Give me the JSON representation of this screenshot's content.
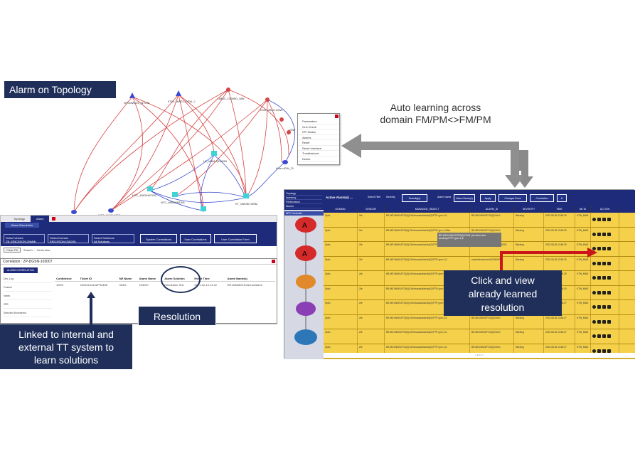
{
  "callouts": {
    "title": "Alarm on Topology",
    "linked": [
      "Linked to internal and",
      "external TT system to",
      "learn solutions"
    ],
    "resolution": "Resolution",
    "click": [
      "Click and view",
      "already learned",
      "resolution"
    ]
  },
  "auto_learn": [
    "Auto learning across",
    "domain FM/PM<>FM/PM"
  ],
  "topology": {
    "nodes": [
      "NTCMW221_NTCM",
      "KTW_MW21_DSW_J",
      "UMAC-COMBO_MW",
      "Khm-uMAC-DSW",
      "DSW",
      "NTC_MW3HNTW1",
      "LE_MWA-QNW3N",
      "KTW_MW3H2_GSPI",
      "NTC_MW3HNTC",
      "NTC_MW3HNTW1",
      "NTC_MW3CNTW6",
      "KT_MW3KTW6M",
      "Khm-uDW_21"
    ],
    "context_menu": [
      "Parameters",
      "SLA Check",
      "KPI Status",
      "Alarms",
      "Reset",
      "Reset Interface",
      "Troubleshoot",
      "Delete"
    ]
  },
  "left_panel": {
    "tabs": [
      "Topology",
      "Alarm"
    ],
    "subbar": "Alarm Resolution",
    "filters": [
      {
        "label": "Select Vendor",
        "value": "TB_ERICSSON (DIMM)"
      },
      {
        "label": "Select Domain",
        "value": "ERICSSON (SADIS)"
      },
      {
        "label": "Select Solutions",
        "value": "All Solutions"
      }
    ],
    "buttons": [
      "System Correlations",
      "User Correlations",
      "User Correlation Form"
    ],
    "search_button": "Clear Fill",
    "search_placeholder": "Search ..., Items.stax",
    "corr_title": "Correlation : ZP-DGSN-103007",
    "corr_subtab": "ALARM CORRELATION",
    "corr_side": [
      "Dev_Log",
      "Custom",
      "Notes",
      "ZFB",
      "Selected Workbench"
    ],
    "corr_headers": [
      "Confidence",
      "Ticket ID",
      "NE Name",
      "Alarm Name",
      "Alarm Solution",
      "Event Time",
      "Alarm Name(s)"
    ],
    "corr_row": [
      "100%",
      "2021021214ZP02468",
      "003I4",
      "103007",
      "Resolution Text",
      "2021-12-14 21:22",
      "ER-DIMM03-External Alarm"
    ]
  },
  "right_panel": {
    "side_menu": [
      "Topology",
      "Inventory",
      "Performance",
      "Alarms"
    ],
    "side_bar": "NFV Controller",
    "toolbar_title": "Active Alarm(s) ...",
    "toolbar_filters": [
      "Select Filter",
      "Severity",
      "Severity(s)",
      "Alarm Name",
      "Alarm Name(s)"
    ],
    "toolbar_buttons": [
      "Apply",
      "Changes Done",
      "Correlation"
    ],
    "headers": [
      "DOMAIN",
      "VENDOR",
      "MANAGED_OBJECT",
      "ALARM_ID",
      "SEVERITY",
      "TIME",
      "NE ID",
      "ACTION"
    ],
    "rows": [
      [
        "Optic",
        "Zte",
        "BR-ME1/NM/1/FOG(0)/Ctrl/chassis/slot/slot(2)/PTP=(pe=1,&",
        "BR-ME1/NM/1/FOG(0)/Ctrl/1",
        "Warning",
        "2022-08-26 13:56:29",
        "KTW_MW3"
      ],
      [
        "Optic",
        "Zte",
        "BR-ME1/NM/1/FOG(0)/Ctrl/chassis/slot/slot(2)/PTP=(pe=1,&Ala",
        "BR-ME1/NM/1/FOG(0)/Ctrl/1",
        "Warning",
        "2022-08-26 13:56:29",
        "KTW_MW3"
      ],
      [
        "Optic",
        "Zte",
        "BR-ME1/NM/1/FOG(0)/Ctrl/chassis/slot/slot(2)/PTP=(pe=1,&",
        "rnam/nikrzemcord:0000000000003",
        "Warning",
        "2022-08-26 13:56:29",
        "KTW_MW3"
      ],
      [
        "Optic",
        "Zte",
        "BR-ME1/NM/1/FOG(0)/Ctrl/chassis/slot/slot(2)/PTP=(pe=1,&",
        "rnam/nikrzemcord:0000000003",
        "Warning",
        "2022-08-26 13:56:29",
        "KTW_MW3"
      ],
      [
        "Optic",
        "Zte",
        "BR-ME1/NM/1/FOG(0)/Ctrl/chassis/slot/slot(2)/PTP=(pe=1,&",
        "BR-ME1/NM/1/FOG(0)/Ctrl/1",
        "Warning",
        "2022-08-26 13:56:29",
        "KTW_MW3"
      ],
      [
        "Optic",
        "Zte",
        "BR-ME1/NM/1/FOG(0)/Ctrl/chassis/slot/slot(2)/PTP=(pe=1,&",
        "BR-ME1/NM/1/FOG(0)/Ctrl/1",
        "Warning",
        "2022-08-26 13:56:29",
        "KTW_MW3"
      ],
      [
        "Optic",
        "Zte",
        "BR-ME1/NM/1/FOG(0)/Ctrl/chassis/slot/slot(2)/PTP=(pe=1,&",
        "BR-ME1/NM/1/FOG(0)/Ctrl/1",
        "Warning",
        "2022-08-26 13:56:27",
        "KTW_MW3"
      ],
      [
        "Optic",
        "Zte",
        "BR-ME1/NM/1/FOG(0)/Ctrl/chassis/slot/slot(2)/PTP=(pe=1,&",
        "BR-ME1/NM/1/FOG(0)/Ctrl/1",
        "Warning",
        "2022-08-26 13:56:27",
        "KTW_MW3"
      ],
      [
        "Optic",
        "Zte",
        "BR-ME1/NM/1/FOG(0)/Ctrl/chassis/slot/slot(2)/PTP=(pe=1,&",
        "BR-ME1/NM/1/FOG(0)/Ctrl/1",
        "Warning",
        "2022-08-26 13:56:27",
        "KTW_MW3"
      ],
      [
        "Optic",
        "Zte",
        "BR-ME1/NM/1/FOG(0)/Ctrl/chassis/slot/slot(2)/PTP=(pe=1,&",
        "BR-ME1/NM/1/FOG(0)/Ctrl/1",
        "Warning",
        "2022-08-26 13:56:27",
        "KTW_MW3"
      ]
    ],
    "popup": "BR-ME1/NM/1/FOG(0)/Ctrl/1 ptr=&nm-dsn-dsn&nty/PTP=(pe=1,&",
    "pager": "< 1 2 3 >"
  },
  "colors": {
    "navy": "#1f2f5a",
    "ui_blue": "#1e2a7a",
    "alarm_yellow": "#f4d04b",
    "red_link": "#d64545",
    "blue_link": "#3a4ad0"
  }
}
